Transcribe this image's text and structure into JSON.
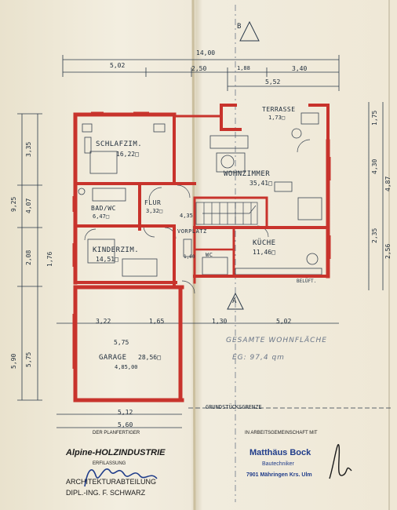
{
  "rooms": {
    "schlafzimmer": {
      "name": "SCHLAFZIM.",
      "area": "16,22□"
    },
    "wohnzimmer": {
      "name": "WOHNZIMMER",
      "area": "35,41□"
    },
    "terrasse": {
      "name": "TERRASSE",
      "area": "1,73□"
    },
    "bad": {
      "name": "BAD/WC",
      "area": "6,47□"
    },
    "flur": {
      "name": "FLUR",
      "area": "3,32□"
    },
    "vorplatz": {
      "name": "VORPLATZ",
      "area": "4,35"
    },
    "kueche": {
      "name": "KÜCHE",
      "area": "11,46□"
    },
    "kinderzimmer": {
      "name": "KINDERZIM.",
      "area": "14,51□"
    },
    "wc": {
      "name": "WC",
      "area": "1,60"
    },
    "garage": {
      "name": "GARAGE",
      "area": "28,56□",
      "width": "5,75",
      "width2": "4,85,00"
    }
  },
  "section_marks": {
    "top": "B",
    "bottom": "A"
  },
  "dimensions": {
    "top_total": "14,00",
    "top_parts": [
      "5,02",
      "2,50",
      "1,88",
      "3,40"
    ],
    "top_second": "5,52",
    "left_total": "9,25",
    "left_total2": "5,90",
    "left_parts": [
      "3,35",
      "4,07",
      "2,08",
      "1,76"
    ],
    "left_lower": "5,75",
    "right_parts": [
      "4,30",
      "4,87",
      "2,35",
      "2,56",
      "1,75"
    ],
    "mid_row": [
      "3,22",
      "1,65",
      "1,30",
      "5,02"
    ],
    "bottom_parts": [
      "5,12",
      "5,60"
    ]
  },
  "labels": {
    "belueftung": "BELÜFT.",
    "grundstueck": "GRUNDSTÜCKSGRENZE",
    "planfertiger": "DER PLANFERTIGER",
    "arbeitsgemeinschaft": "IN ARBEITSGEMEINSCHAFT MIT",
    "handnote_line1": "GESAMTE WOHNFLÄCHE",
    "handnote_line2": "EG: 97,4 qm"
  },
  "footer": {
    "company": "Alpine-HOLZINDUSTRIE",
    "company_line2": "ERFILASSUNG",
    "architect_line1": "ARCHITEKTURABTEILUNG",
    "architect_line2": "DIPL.-ING. F. SCHWARZ",
    "stamp_name": "Matthäus Bock",
    "stamp_role": "Bautechniker",
    "stamp_address": "7901 Mähringen Krs. Ulm"
  },
  "colors": {
    "wall": "#c8332c",
    "ink": "#1d2b3a",
    "stamp": "#1f3c8a",
    "paper": "#efe8d6"
  }
}
